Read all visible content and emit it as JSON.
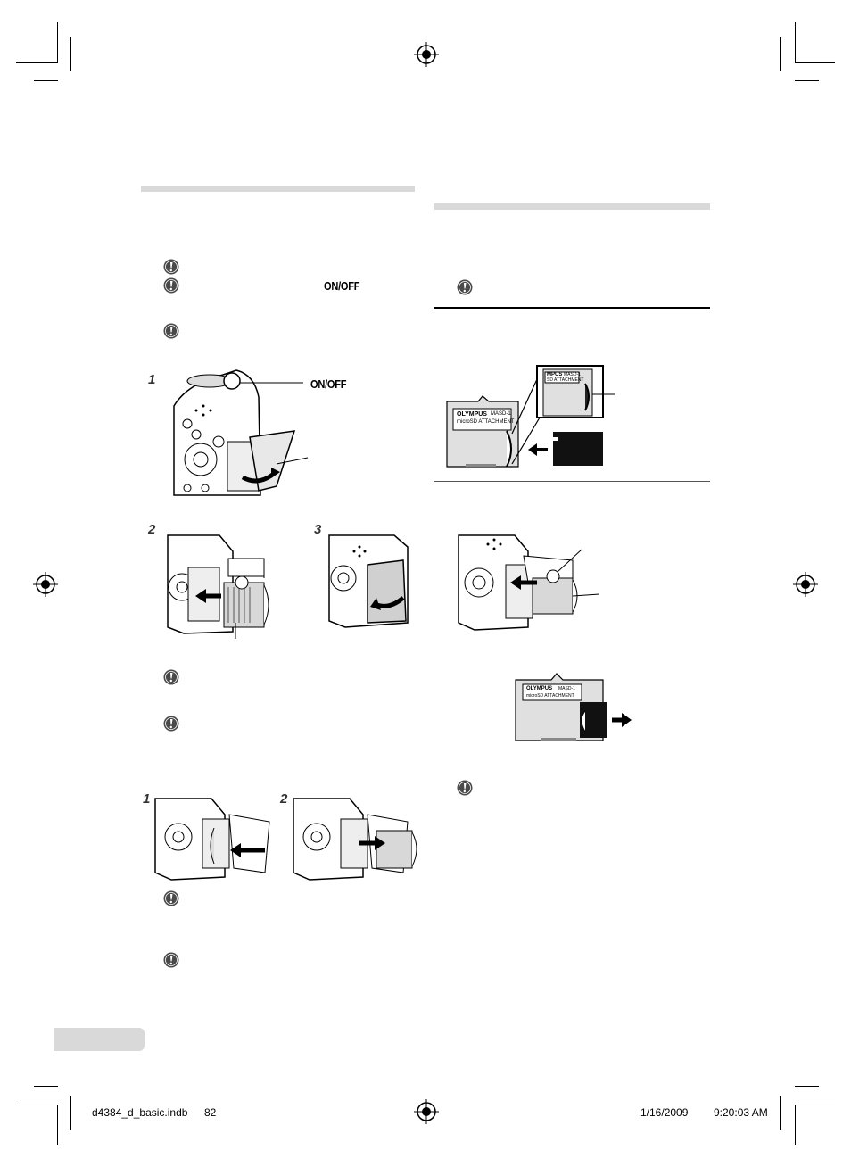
{
  "labels": {
    "on_off_inline": "ON/OFF",
    "on_off_callout": "ON/OFF"
  },
  "steps": {
    "insert": [
      "1",
      "2",
      "3"
    ],
    "remove": [
      "1",
      "2"
    ]
  },
  "adapter": {
    "brand": "OLYMPUS",
    "model": "MASD-1",
    "caption": "microSD ATTACHMENT",
    "zoom_brand": "MPUS",
    "zoom_model": "MASD-1",
    "zoom_caption": "SD ATTACHMENT"
  },
  "footer": {
    "file": "d4384_d_basic.indb",
    "page": "82",
    "date": "1/16/2009",
    "time": "9:20:03 AM"
  },
  "colors": {
    "section_bar": "#d9d9d9",
    "page_tab": "#d9d9d9"
  },
  "icons": [
    "caution-icon",
    "registration-mark-icon",
    "arrow-icon"
  ]
}
